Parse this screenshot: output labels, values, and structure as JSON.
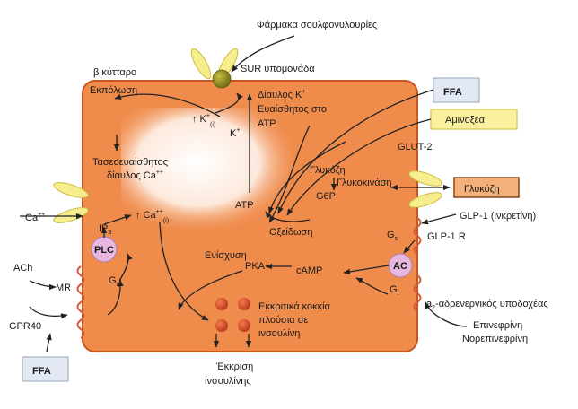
{
  "labels": {
    "sulfonylureas": "Φάρμακα σουλφονυλουρίες",
    "beta_cell": "β κύτταρο",
    "sur_subunit": "SUR υπομονάδα",
    "ffa_top": "FFA",
    "k_channel_line1": "Δίαυλος K",
    "k_channel_plus": "+",
    "k_channel_line2": "Ευαίσθητος στο",
    "k_channel_line3": "ATP",
    "depolarization": "Εκπόλωση",
    "k_intra_main": "↑ K",
    "k_intra_sup": "+",
    "k_intra_sub": "(i)",
    "k_out_main": "K",
    "k_out_sup": "+",
    "amino_acids": "Αμινοξέα",
    "glut2": "GLUT-2",
    "voltage_ca_line1": "Τασεοευαίσθητος",
    "voltage_ca_line2": "δίαυλος Ca",
    "voltage_ca_sup": "++",
    "glucose_in": "Γλυκόζη",
    "glucokinase": "Γλυκοκινάση",
    "glucose_out": "Γλυκόζη",
    "g6p": "G6P",
    "atp": "ATP",
    "oxidation": "Οξείδωση",
    "ca_out_main": "Ca",
    "ca_out_sup": "++",
    "ip3_main": "IP",
    "ip3_sub": "3",
    "ca_intra_main": "↑ Ca",
    "ca_intra_sup": "++",
    "ca_intra_sub": "(i)",
    "glp1": "GLP-1 (ινκρετίνη)",
    "glp1r": "GLP-1 R",
    "gs_main": "G",
    "gs_sub": "s",
    "plc": "PLC",
    "amplification": "Ενίσχυση",
    "pka": "PKA",
    "camp": "cAMP",
    "ac": "AC",
    "ach": "ACh",
    "mr": "MR",
    "gq_main": "G",
    "gq_sub": "q",
    "gi_main": "G",
    "gi_sub": "i",
    "alpha2_main": "a",
    "alpha2_sub": "2",
    "alpha2_rest": "-αδρενεργικός υποδοχέας",
    "granules_line1": "Εκκριτικά κοκκία",
    "granules_line2": "πλούσια σε",
    "granules_line3": "ινσουλίνη",
    "gpr40": "GPR40",
    "ffa_bottom": "FFA",
    "epinephrine": "Επινεφρίνη",
    "norepinephrine": "Νορεπινεφρίνη",
    "secretion_line1": "Έκκριση",
    "secretion_line2": "ινσουλίνης"
  },
  "colors": {
    "cell_fill": "#ef8c4c",
    "cell_stroke": "#c8561e",
    "pale_region": "#fbe8dc",
    "channel_yellow": "#f6ee8e",
    "sur_olive": "#8f8a1c",
    "receptor_red": "#d45a3a",
    "enzyme_pink": "#e6b8e0",
    "granule_red": "#d5451f",
    "amino_box": "#f9f0a0",
    "glucose_box": "#f3b07a",
    "ffa_box": "#e3e9f4"
  },
  "icons": [
    "membrane-channel-icon",
    "sur-subunit-icon",
    "receptor-coil-icon",
    "secretory-granule-icon"
  ]
}
